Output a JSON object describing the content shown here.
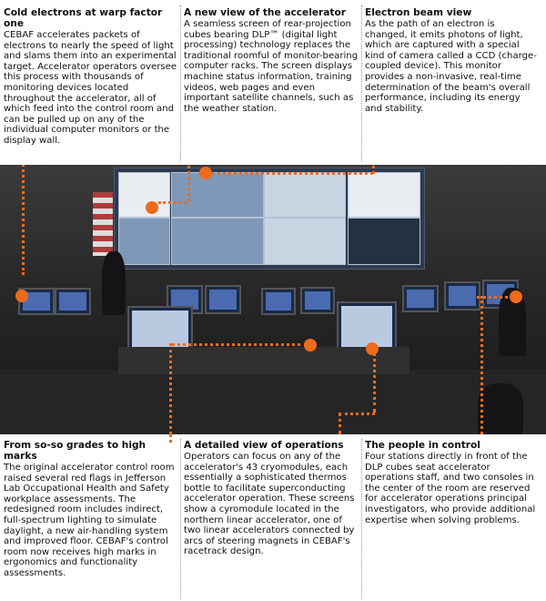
{
  "sections": {
    "cold_electrons": {
      "title": "Cold electrons at warp factor one",
      "body": "CEBAF accelerates packets of electrons to nearly the speed of light and slams them into an experimental target. Accelerator operators oversee this process with thousands of monitoring devices located throughout the accelerator, all of which feed into the control room and can be pulled up on any of the individual computer monitors or the display wall."
    },
    "new_view": {
      "title": "A new view of the accelerator",
      "body": "A seamless screen of rear-projection cubes bearing DLP™ (digital light processing) technology replaces the traditional roomful of monitor-bearing computer racks. The screen displays machine status information, training videos, web pages and even important satellite channels, such as the weather station."
    },
    "electron_beam": {
      "title": "Electron beam view",
      "body": "As the path of an electron is changed, it emits photons of light, which are captured with a special kind of camera called a CCD (charge-coupled device). This monitor provides a non-invasive, real-time determination of the beam's overall performance, including its energy and stability."
    },
    "so_so_grades": {
      "title": "From so-so grades to high marks",
      "body": "The original accelerator control room raised several red flags in Jefferson Lab Occupational Health and Safety workplace assessments. The redesigned room includes indirect, full-spectrum lighting to simulate daylight, a new air-handling system and improved floor. CEBAF's control room now receives high marks in ergonomics and functionality assessments."
    },
    "detailed_view": {
      "title": "A detailed view of operations",
      "body": "Operators can focus on any of the accelerator's 43 cryomodules, each essentially a sophisticated thermos bottle to facilitate superconducting accelerator operation. These screens show a cyromodule located in the northern linear accelerator, one of two linear accelerators connected by arcs of steering magnets in CEBAF's racetrack design."
    },
    "people": {
      "title": "The people in control",
      "body": "Four stations directly in front of the DLP cubes seat accelerator operations staff, and two consoles in the center of the room are reserved for accelerator operations principal investigators, who provide additional expertise when solving problems."
    }
  },
  "colors": {
    "hotspot": "#ee6b1c",
    "divider": "#999999"
  }
}
